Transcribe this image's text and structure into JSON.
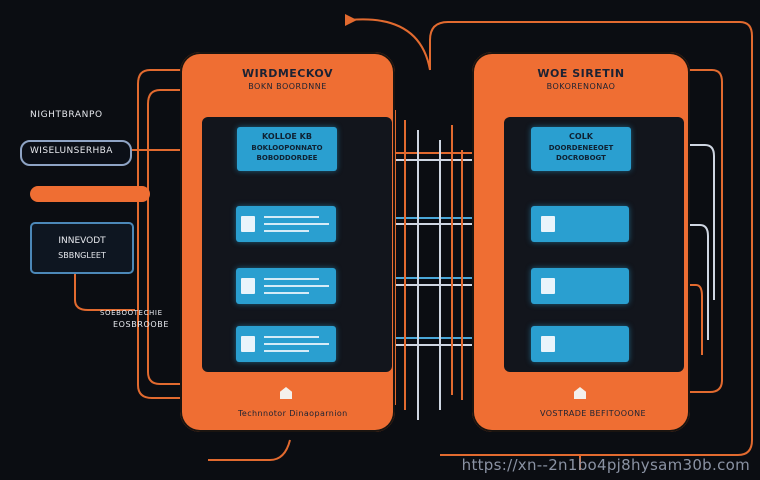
{
  "left_panel": {
    "title": "WIRDMECKOV",
    "subtitle": "BOKN BOORDNNE",
    "footer": "Technnotor Dinaoparnion",
    "cards": [
      {
        "line1": "KOLLOE KB",
        "line2": "BOKLOOPONNATO",
        "line3": "BOBODDORDEE"
      }
    ]
  },
  "right_panel": {
    "title": "WOE SIRETIN",
    "subtitle": "BOKORENONAO",
    "footer": "VOSTRADE BEFITOOONE",
    "cards": [
      {
        "line1": "COLK",
        "line2": "DOORDENEEOET",
        "line3": "DOCROBOGT"
      }
    ]
  },
  "side": {
    "heading": "NIGHTBRANPO",
    "pill_label": "WISELUNSERHBA",
    "box_title": "INNEVODT",
    "box_sub": "SBBNGLEET",
    "note1": "SOEBOOTECHIE",
    "note2": "EOSBROOBE"
  },
  "watermark": "https://xn--2n1bo4pj8hysam30b.com",
  "colors": {
    "background": "#0b0d12",
    "panel": "#ef6e33",
    "card": "#2a9fd0",
    "wire_orange": "#e26a2f",
    "wire_blue": "#4aa7d8"
  }
}
